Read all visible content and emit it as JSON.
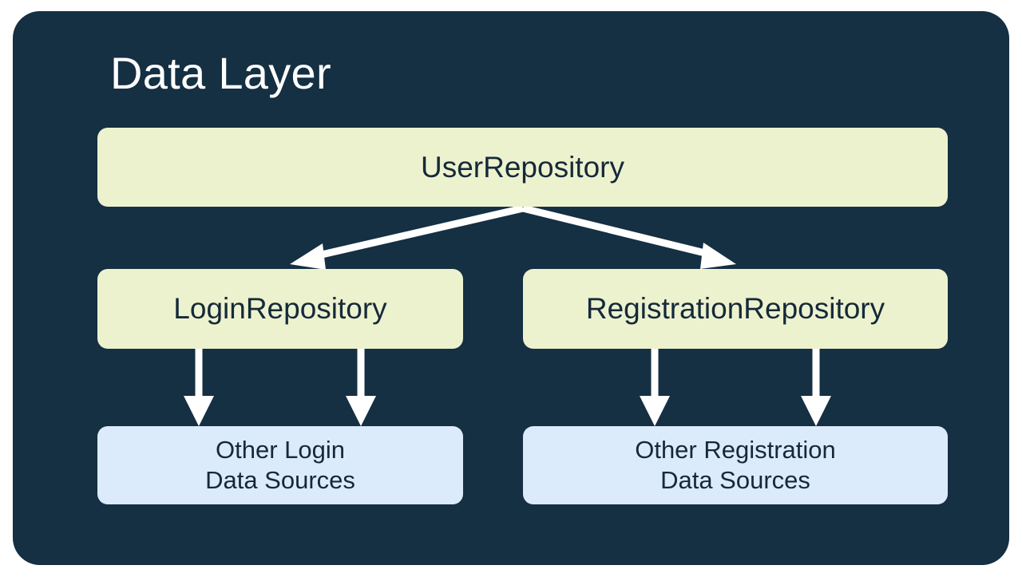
{
  "diagram": {
    "title": "Data Layer",
    "panel_color": "#152F43",
    "title_color": "#FFFFFF",
    "repo_box_color": "#EDF2CE",
    "source_box_color": "#DCEBFB",
    "node_text_color": "#15293A",
    "arrow_color": "#FFFFFF"
  },
  "nodes": {
    "user_repository": {
      "label": "UserRepository",
      "type": "repository"
    },
    "login_repository": {
      "label": "LoginRepository",
      "type": "repository"
    },
    "registration_repository": {
      "label": "RegistrationRepository",
      "type": "repository"
    },
    "other_login_sources": {
      "line1": "Other Login",
      "line2": "Data Sources",
      "type": "data-source"
    },
    "other_registration_sources": {
      "line1": "Other Registration",
      "line2": "Data Sources",
      "type": "data-source"
    }
  },
  "edges": [
    {
      "from": "user_repository",
      "to": "login_repository",
      "style": "diagonal-arrow"
    },
    {
      "from": "user_repository",
      "to": "registration_repository",
      "style": "diagonal-arrow"
    },
    {
      "from": "login_repository",
      "to": "other_login_sources",
      "style": "vertical-arrow"
    },
    {
      "from": "login_repository",
      "to": "other_login_sources",
      "style": "vertical-arrow"
    },
    {
      "from": "registration_repository",
      "to": "other_registration_sources",
      "style": "vertical-arrow"
    },
    {
      "from": "registration_repository",
      "to": "other_registration_sources",
      "style": "vertical-arrow"
    }
  ]
}
